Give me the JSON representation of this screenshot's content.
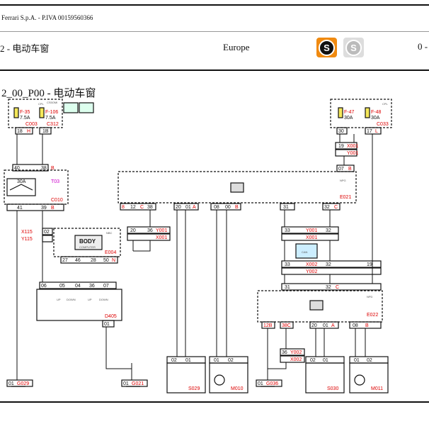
{
  "header": {
    "company": "Ferrari S.p.A. - P.IVA 00159560366",
    "group": "2 - 电动车窗",
    "region": "Europe",
    "page_ref": "0 -",
    "active_icon": "service-s-icon",
    "inactive_icon": "service-s-disabled-icon",
    "icon_glyph": "S",
    "accent_color": "#f08a10"
  },
  "diagram": {
    "title": "2_00_P00 - 电动车窗",
    "fuses": [
      {
        "id": "F-35",
        "rating": "7.5A",
        "label": "CPL"
      },
      {
        "id": "F-106",
        "rating": "7.5A",
        "label": "CS5OMI"
      },
      {
        "id": "F-47",
        "rating": "30A",
        "label": "CPL"
      },
      {
        "id": "F-48",
        "rating": "30A",
        "label": "CPL"
      }
    ],
    "connectors": {
      "c003": "C003",
      "c312": "C312",
      "c033": "C033",
      "c010": "C010",
      "x115": "X115",
      "y115": "Y115",
      "x001": "X001",
      "y001": "Y001",
      "x002": "X002",
      "y002": "Y002"
    },
    "components": {
      "t03": "T03",
      "e021": "E021",
      "npg": "NPG",
      "npd": "NPD",
      "nbc": "NBC",
      "body": "BODY",
      "body_sub": "COMPUTER",
      "e004": "E004",
      "d405": "D405",
      "e022": "E022",
      "s029": "S029",
      "m010": "M010",
      "s030": "S030",
      "m011": "M011",
      "relay_rating": "30A",
      "can": "CAN"
    },
    "grounds": [
      "G029",
      "G021",
      "G036"
    ],
    "pins": {
      "p18": "18",
      "pH": "H",
      "p1B": "1B",
      "p30": "30",
      "p17": "17",
      "pL": "L",
      "p40": "40",
      "p38": "38",
      "pB": "B",
      "p39": "39",
      "p41": "41",
      "p19": "19",
      "p07": "07",
      "p8": "8",
      "p12": "12",
      "pC": "C",
      "p20": "20",
      "p01": "01",
      "pA": "A",
      "p08": "08",
      "p00": "00",
      "p31": "31",
      "p32": "32",
      "p33": "33",
      "p02": "02",
      "p27": "27",
      "p46": "46",
      "p04": "04",
      "p28": "28",
      "p50": "50",
      "pN": "N",
      "p36": "36",
      "p05": "05",
      "p06": "06",
      "p12B": "12B",
      "p38C": "38C",
      "p07B": "07B"
    },
    "switch_labels": [
      "UP",
      "DOWN",
      "UP",
      "DOWN"
    ]
  }
}
